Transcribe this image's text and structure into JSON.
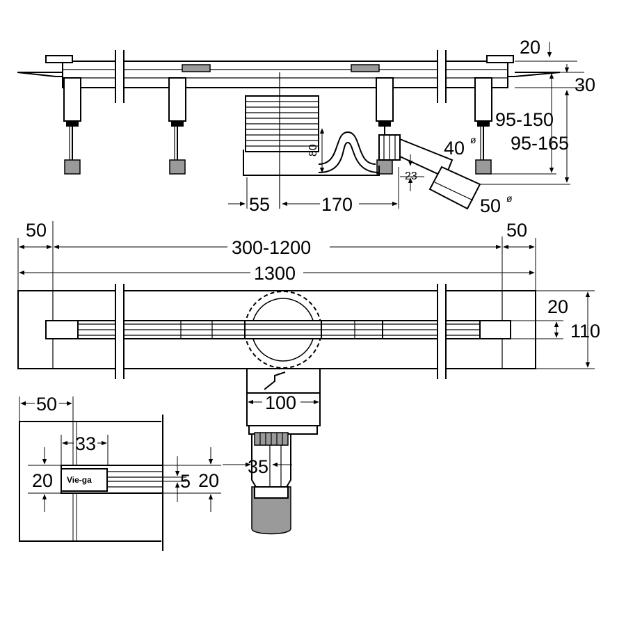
{
  "side_view": {
    "dims": {
      "top_20": "20",
      "right_30": "30",
      "range_95_150": "95-150",
      "range_95_165": "95-165",
      "pipe_40": "40",
      "pipe_50": "50",
      "diameter_mark": "ø",
      "height_80": "80",
      "drop_23": "23",
      "bottom_55": "55",
      "bottom_170": "170"
    }
  },
  "plan_view": {
    "dims": {
      "left_50": "50",
      "right_50": "50",
      "range_300_1200": "300-1200",
      "total_1300": "1300",
      "slot_20": "20",
      "width_110": "110",
      "outlet_100": "100",
      "pipe_35": "35"
    }
  },
  "detail_view": {
    "dims": {
      "left_50": "50",
      "logo_33": "33",
      "height_20_left": "20",
      "gap_5": "5",
      "height_20_right": "20"
    },
    "logo_text": "Vie-ga"
  }
}
